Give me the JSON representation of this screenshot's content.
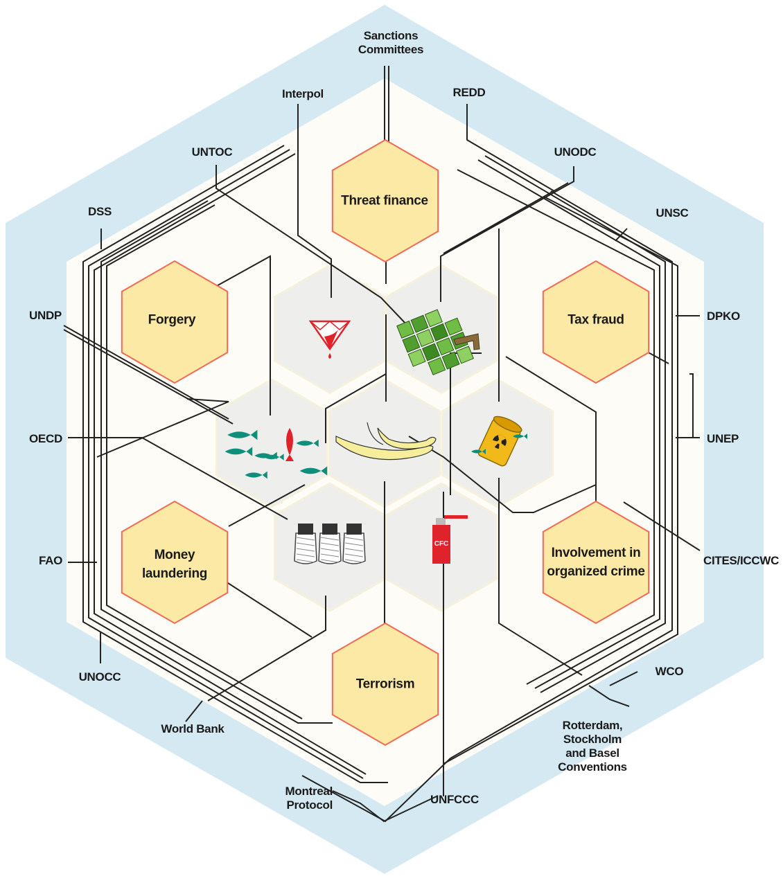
{
  "colors": {
    "outer_band": "#d4e9f2",
    "inner_bg": "#fdfcf6",
    "hex_fill": "#fce9a6",
    "hex_stroke": "#f06a55",
    "center_hex_fill": "#eeeeec",
    "line": "#222222",
    "fish": "#0d8f7c",
    "red": "#e0232a",
    "green": "#6fbd44",
    "banana": "#f7ee9c",
    "barrel": "#f2b91a"
  },
  "crime_types": [
    {
      "id": "threat",
      "label": "Threat finance"
    },
    {
      "id": "forgery",
      "label": "Forgery"
    },
    {
      "id": "tax",
      "label": "Tax fraud"
    },
    {
      "id": "money",
      "label": "Money laundering",
      "line1": "Money",
      "line2": "laundering"
    },
    {
      "id": "organized",
      "label": "Involvement in organized crime",
      "line1": "Involvement in",
      "line2": "organized crime"
    },
    {
      "id": "terrorism",
      "label": "Terrorism"
    }
  ],
  "icons": [
    {
      "id": "diamond",
      "icon": "blood-diamond-icon"
    },
    {
      "id": "timber",
      "icon": "timber-icon"
    },
    {
      "id": "fish",
      "icon": "fish-icon"
    },
    {
      "id": "ivory",
      "icon": "ivory-tusks-icon"
    },
    {
      "id": "waste",
      "icon": "toxic-waste-barrel-icon"
    },
    {
      "id": "charcoal",
      "icon": "charcoal-sacks-icon"
    },
    {
      "id": "cfc",
      "icon": "cfc-canister-icon",
      "text": "CFC"
    }
  ],
  "organizations": {
    "sanctions": {
      "line1": "Sanctions",
      "line2": "Committees"
    },
    "interpol": "Interpol",
    "redd": "REDD",
    "untoc": "UNTOC",
    "unodc": "UNODC",
    "dss": "DSS",
    "unsc": "UNSC",
    "undp": "UNDP",
    "dpko": "DPKO",
    "oecd": "OECD",
    "unep": "UNEP",
    "fao": "FAO",
    "cites": "CITES/ICCWC",
    "unocc": "UNOCC",
    "wco": "WCO",
    "worldbank": "World Bank",
    "rotterdam": {
      "line1": "Rotterdam,",
      "line2": "Stockholm",
      "line3": "and Basel",
      "line4": "Conventions"
    },
    "montreal": {
      "line1": "Montreal",
      "line2": "Protocol"
    },
    "unfccc": "UNFCCC"
  }
}
